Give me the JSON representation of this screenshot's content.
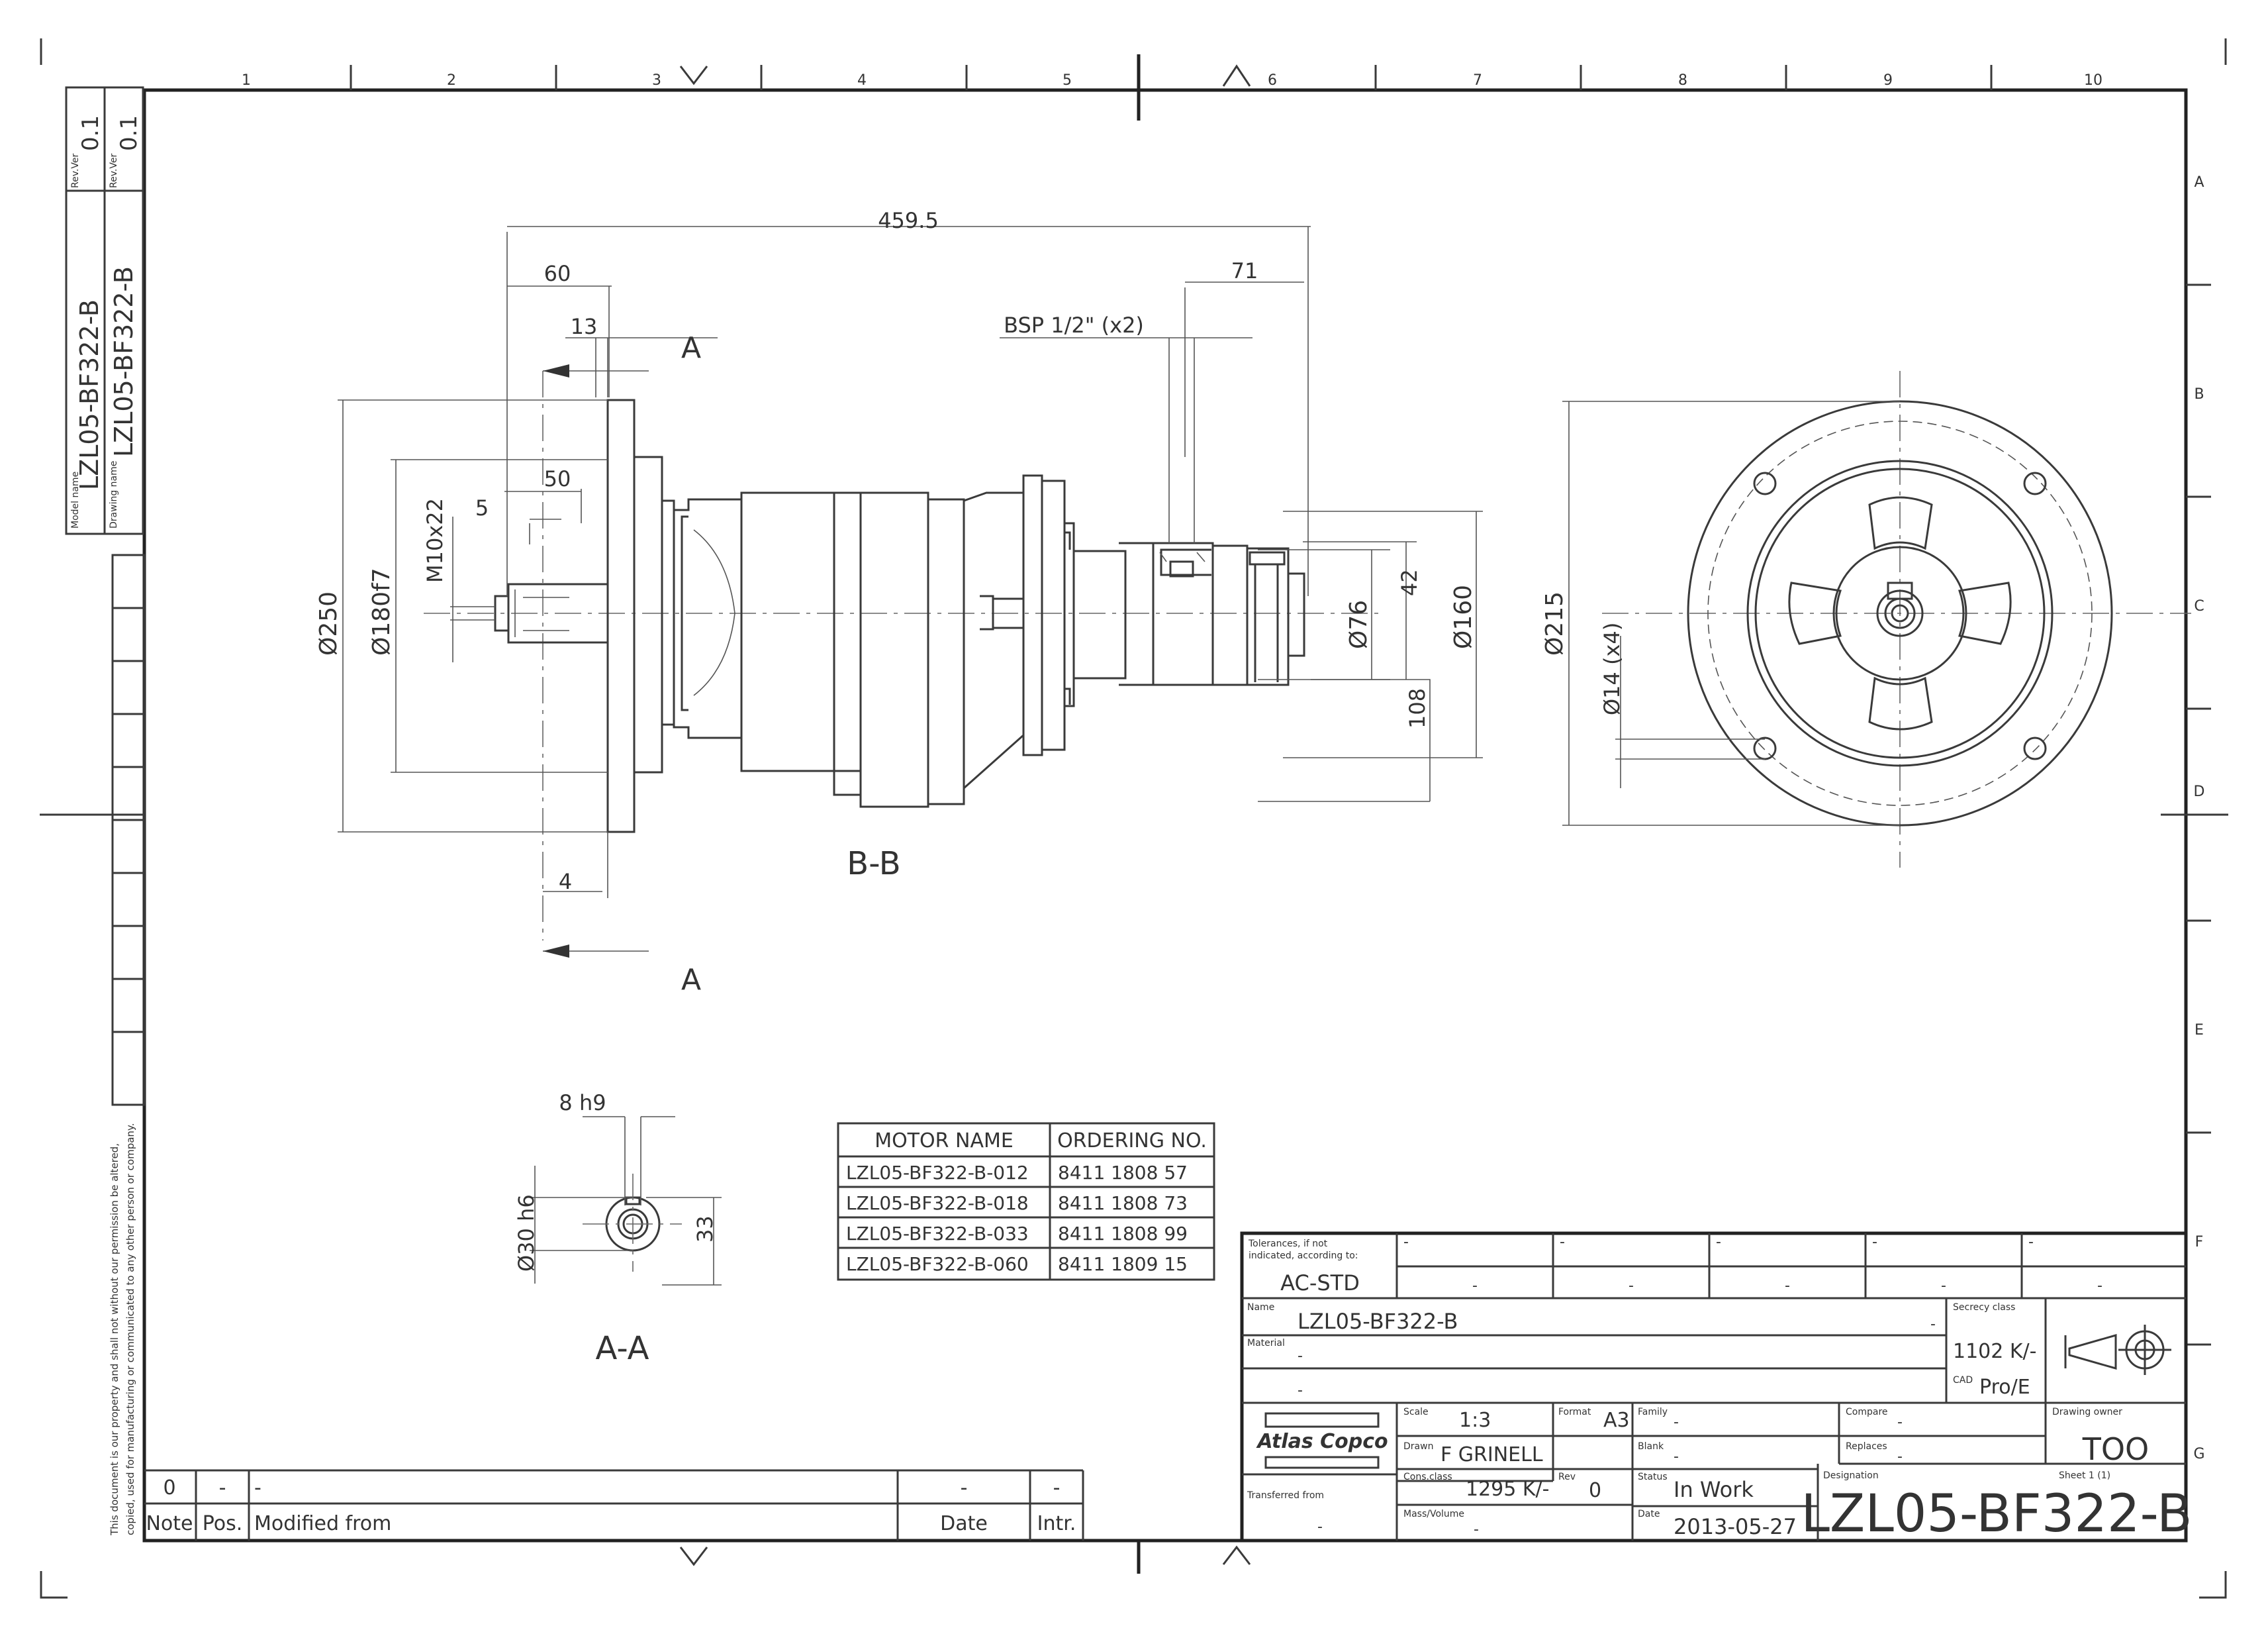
{
  "frame": {
    "col_numbers": [
      "1",
      "2",
      "3",
      "4",
      "5",
      "6",
      "7",
      "8",
      "9",
      "10"
    ],
    "row_letters": [
      "A",
      "B",
      "C",
      "D",
      "E",
      "F",
      "G"
    ]
  },
  "side_strip": {
    "model_name_label": "Model name",
    "model_name_value": "LZL05-BF322-B",
    "drawing_name_label": "Drawing name",
    "drawing_name_value": "LZL05-BF322-B",
    "rev_label_1": "Rev.Ver",
    "rev_value_1": "0.1",
    "rev_label_2": "Rev.Ver",
    "rev_value_2": "0.1"
  },
  "disclaimer": {
    "line1": "This document is our property and shall not without our permission be altered,",
    "line2": "copied, used for manufacturing or communicated to any other person or company."
  },
  "views": {
    "section_bb_label": "B-B",
    "section_aa_label": "A-A",
    "cut_label_top": "A",
    "cut_label_bottom": "A"
  },
  "dimensions": {
    "overall_length": "459.5",
    "d60": "60",
    "d13": "13",
    "d71": "71",
    "bsp": "BSP 1/2\" (x2)",
    "d50": "50",
    "d5": "5",
    "thread": "M10x22",
    "dia250": "Ø250",
    "dia180": "Ø180f7",
    "dia76": "Ø76",
    "d42": "42",
    "d108": "108",
    "dia160": "Ø160",
    "d4": "4",
    "dia215": "Ø215",
    "dia14": "Ø14 (x4)",
    "key_width": "8 h9",
    "shaft_dia": "Ø30 h6",
    "key_height": "33"
  },
  "motor_table": {
    "headers": [
      "MOTOR NAME",
      "ORDERING NO."
    ],
    "rows": [
      [
        "LZL05-BF322-B-012",
        "8411 1808 57"
      ],
      [
        "LZL05-BF322-B-018",
        "8411 1808 73"
      ],
      [
        "LZL05-BF322-B-033",
        "8411 1808 99"
      ],
      [
        "LZL05-BF322-B-060",
        "8411 1809 15"
      ]
    ]
  },
  "revision_block": {
    "row1": [
      "0",
      "-",
      "-",
      "-",
      "-"
    ],
    "headers": [
      "Note",
      "Pos.",
      "Modified from",
      "Date",
      "Intr."
    ]
  },
  "title_block": {
    "tolerances_label": "Tolerances, if not indicated, according to:",
    "tolerances_line1": "Tolerances, if not",
    "tolerances_line2": "indicated, according to:",
    "tolerances_value": "AC-STD",
    "dash": "-",
    "name_label": "Name",
    "name_value": "LZL05-BF322-B",
    "secrecy_label": "Secrecy class",
    "secrecy_value": "1102 K/-",
    "material_label": "Material",
    "material_value": "-",
    "cad_label": "CAD",
    "cad_value": "Pro/E",
    "company_logo": "Atlas Copco",
    "scale_label": "Scale",
    "scale_value": "1:3",
    "format_label": "Format",
    "format_value": "A3",
    "family_label": "Family",
    "family_value": "-",
    "compare_label": "Compare",
    "compare_value": "-",
    "owner_label": "Drawing owner",
    "owner_value": "TOO",
    "drawn_label": "Drawn",
    "drawn_value": "F GRINELL",
    "blank_label": "Blank",
    "blank_value": "-",
    "replaces_label": "Replaces",
    "replaces_value": "-",
    "transferred_label": "Transferred from",
    "transferred_value": "-",
    "cons_label": "Cons.class",
    "cons_value": "1295 K/-",
    "rev_label": "Rev",
    "rev_value": "0",
    "status_label": "Status",
    "status_value": "In Work",
    "designation_label": "Designation",
    "designation_value": "LZL05-BF322-B",
    "sheet_label": "Sheet 1 (1)",
    "mass_label": "Mass/Volume",
    "mass_value": "-",
    "date_label": "Date",
    "date_value": "2013-05-27"
  }
}
